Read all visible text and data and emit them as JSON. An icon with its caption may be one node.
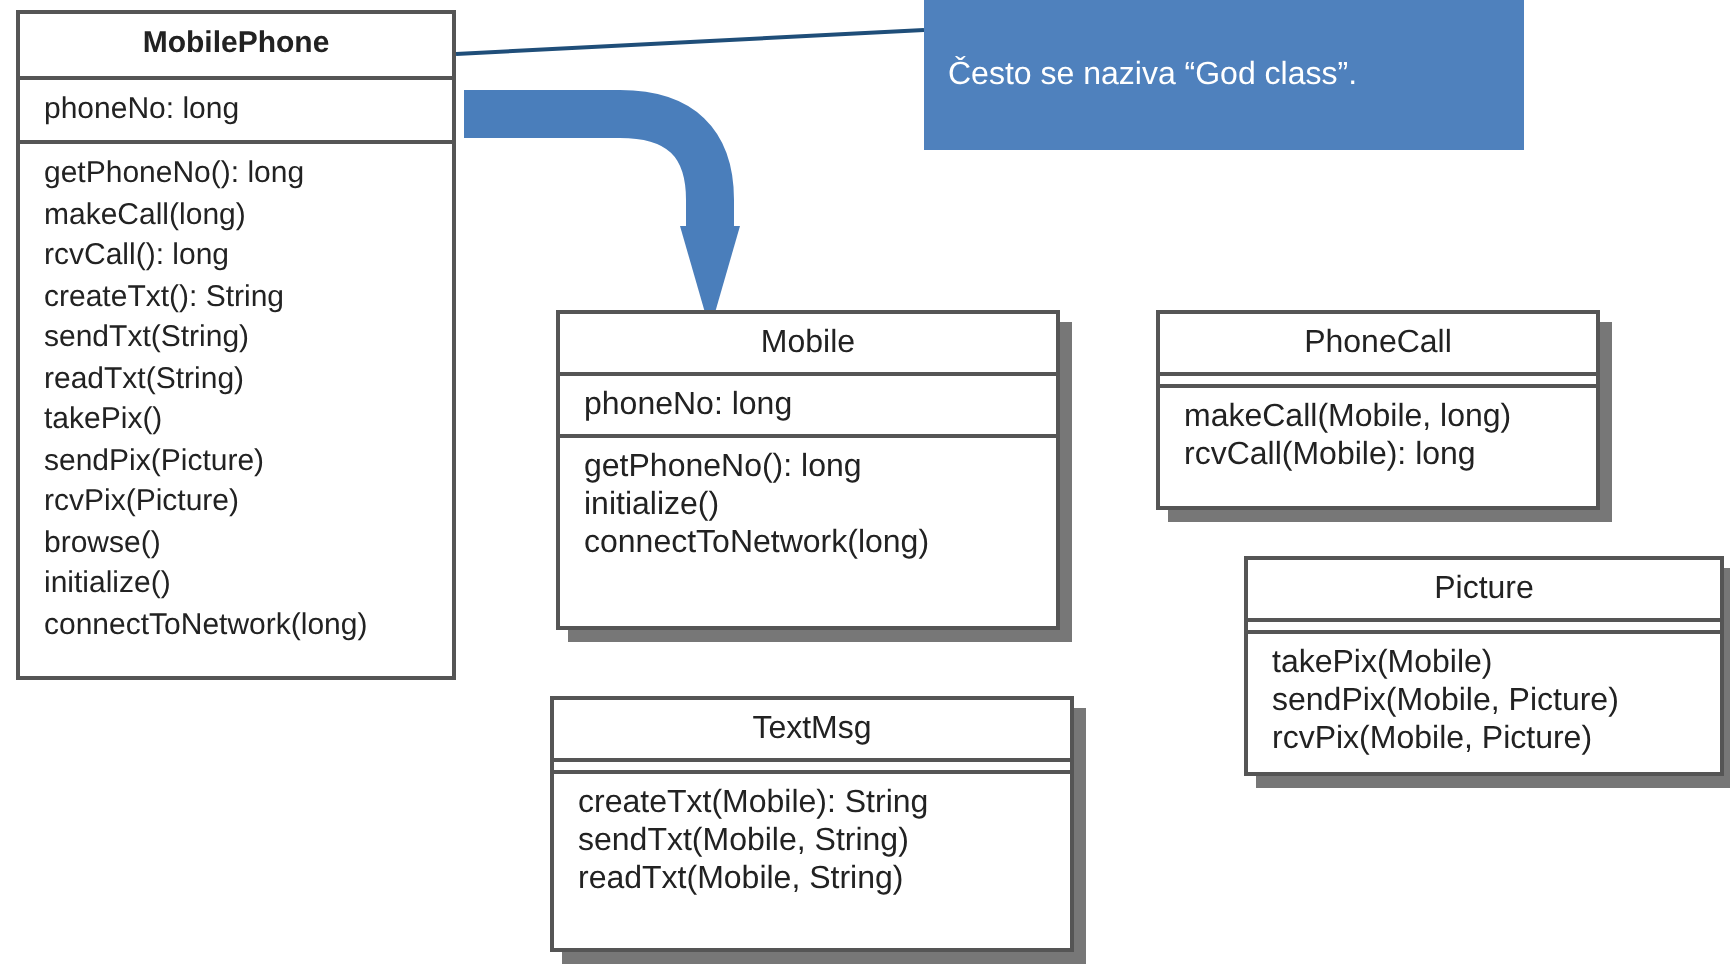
{
  "diagram": {
    "nodes": [
      {
        "text": [
          "MobilePhone"
        ]
      },
      {
        "text": [
          "phoneNo: long"
        ],
        "in": 0
      },
      {
        "text": [
          "getPhoneNo(): long",
          "makeCall(long)",
          "rcvCall(): long",
          "createTxt(): String",
          "sendTxt(String)",
          "readTxt(String)",
          "takePix()",
          "sendPix(Picture)",
          "rcvPix(Picture)",
          "browse()",
          "initialize()",
          "connectToNetwork(long)"
        ],
        "in": 0
      },
      {
        "text": [
          "Često se naziva “God class”."
        ]
      },
      {
        "text": [
          "Mobile"
        ]
      },
      {
        "text": [
          "phoneNo: long"
        ],
        "in": 4
      },
      {
        "text": [
          "getPhoneNo(): long",
          "initialize()",
          "connectToNetwork(long)"
        ],
        "in": 4
      },
      {
        "text": [
          "PhoneCall"
        ]
      },
      {
        "text": [],
        "shape": "box",
        "in": 7
      },
      {
        "text": [
          "makeCall(Mobile, long)",
          "rcvCall(Mobile): long"
        ],
        "in": 7
      },
      {
        "text": [
          "TextMsg"
        ]
      },
      {
        "text": [],
        "shape": "box",
        "in": 10
      },
      {
        "text": [
          "createTxt(Mobile): String",
          "sendTxt(Mobile, String)",
          "readTxt(Mobile, String)"
        ],
        "in": 10
      },
      {
        "text": [
          "Picture"
        ]
      },
      {
        "text": [],
        "shape": "box",
        "in": 13
      },
      {
        "text": [
          "takePix(Mobile)",
          "sendPix(Mobile, Picture)",
          "rcvPix(Mobile, Picture)"
        ],
        "in": 13
      }
    ],
    "edges": [
      {
        "from": 3,
        "to": 0,
        "arrow": "none"
      },
      {
        "from": 0,
        "to": 4,
        "arrow": "to",
        "style": "thick",
        "color": "#4a7ebb"
      }
    ]
  }
}
